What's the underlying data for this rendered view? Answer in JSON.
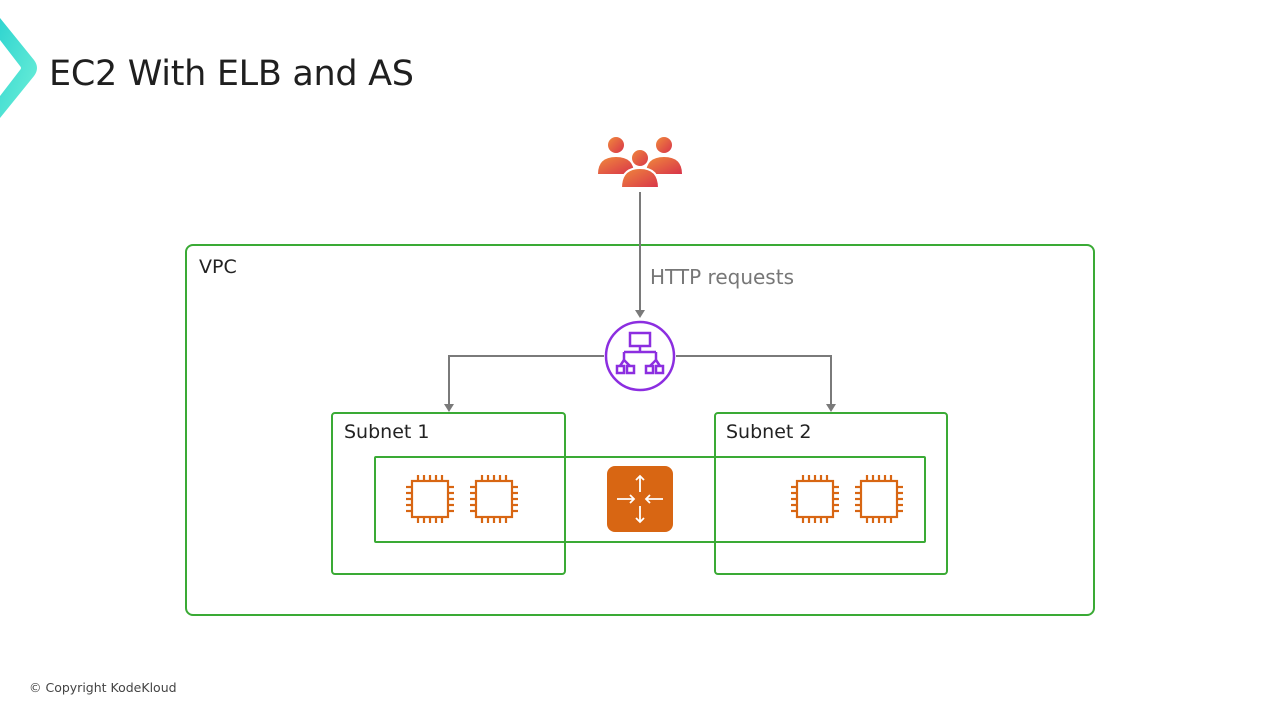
{
  "slide": {
    "title": "EC2 With ELB and AS",
    "footer": "© Copyright KodeKloud"
  },
  "diagram": {
    "users": {
      "icon": "users-group-icon",
      "color": "#e0573a"
    },
    "flow_label": "HTTP requests",
    "load_balancer": {
      "icon": "elastic-load-balancer-icon",
      "color": "#8c2ee0"
    },
    "vpc": {
      "label": "VPC",
      "border_color": "#3aaa35"
    },
    "subnets": [
      {
        "label": "Subnet 1",
        "instances": 2
      },
      {
        "label": "Subnet 2",
        "instances": 2
      }
    ],
    "auto_scaling_group": {
      "icon": "auto-scaling-icon",
      "color": "#d86613"
    },
    "instance_icon": "ec2-instance-icon",
    "instance_color": "#d86613",
    "arrow_color": "#7a7a7a"
  }
}
